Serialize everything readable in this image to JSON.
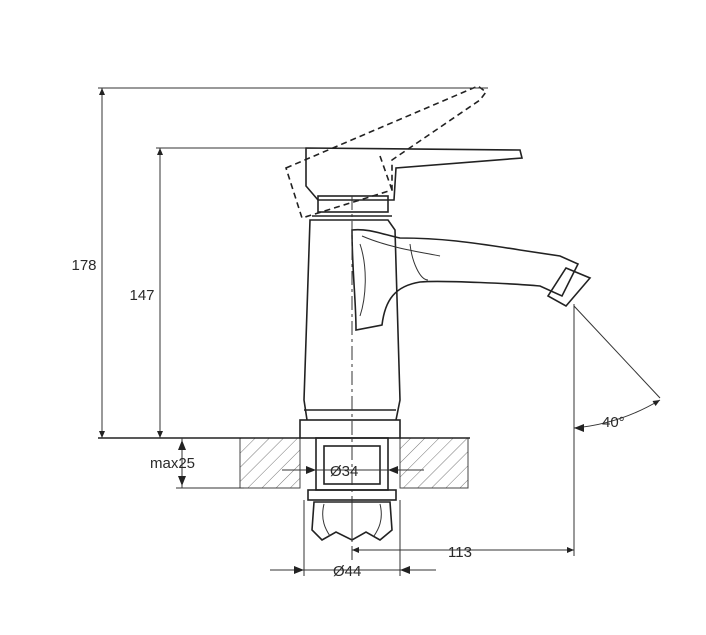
{
  "dimensions": {
    "height_total": "178",
    "height_spout": "147",
    "mount_thickness": "max25",
    "hole_diameter": "Ø34",
    "base_diameter": "Ø44",
    "reach": "113",
    "spout_angle": "40°"
  }
}
